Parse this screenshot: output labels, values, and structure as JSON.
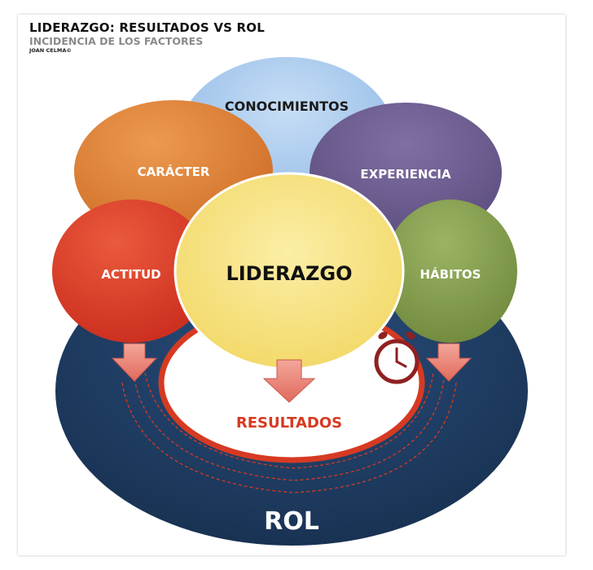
{
  "header": {
    "title": "LIDERAZGO: RESULTADOS VS ROL",
    "subtitle": "INCIDENCIA DE LOS FACTORES",
    "author": "JOAN CELMA©"
  },
  "nodes": {
    "conocimientos": "CONOCIMIENTOS",
    "caracter": "CARÁCTER",
    "experiencia": "EXPERIENCIA",
    "actitud": "ACTITUD",
    "liderazgo": "LIDERAZGO",
    "habitos": "HÁBITOS",
    "resultados": "RESULTADOS",
    "rol": "ROL"
  },
  "colors": {
    "rol": "#1f3d66",
    "conocimientos": "#9cc3ea",
    "caracter": "#df7e33",
    "experiencia": "#6a5a8c",
    "actitud": "#e0402a",
    "liderazgo": "#f7e07a",
    "habitos": "#86a04e",
    "resultados_border": "#d63a22",
    "arrow": "#e8837a",
    "clock": "#8f2121"
  }
}
